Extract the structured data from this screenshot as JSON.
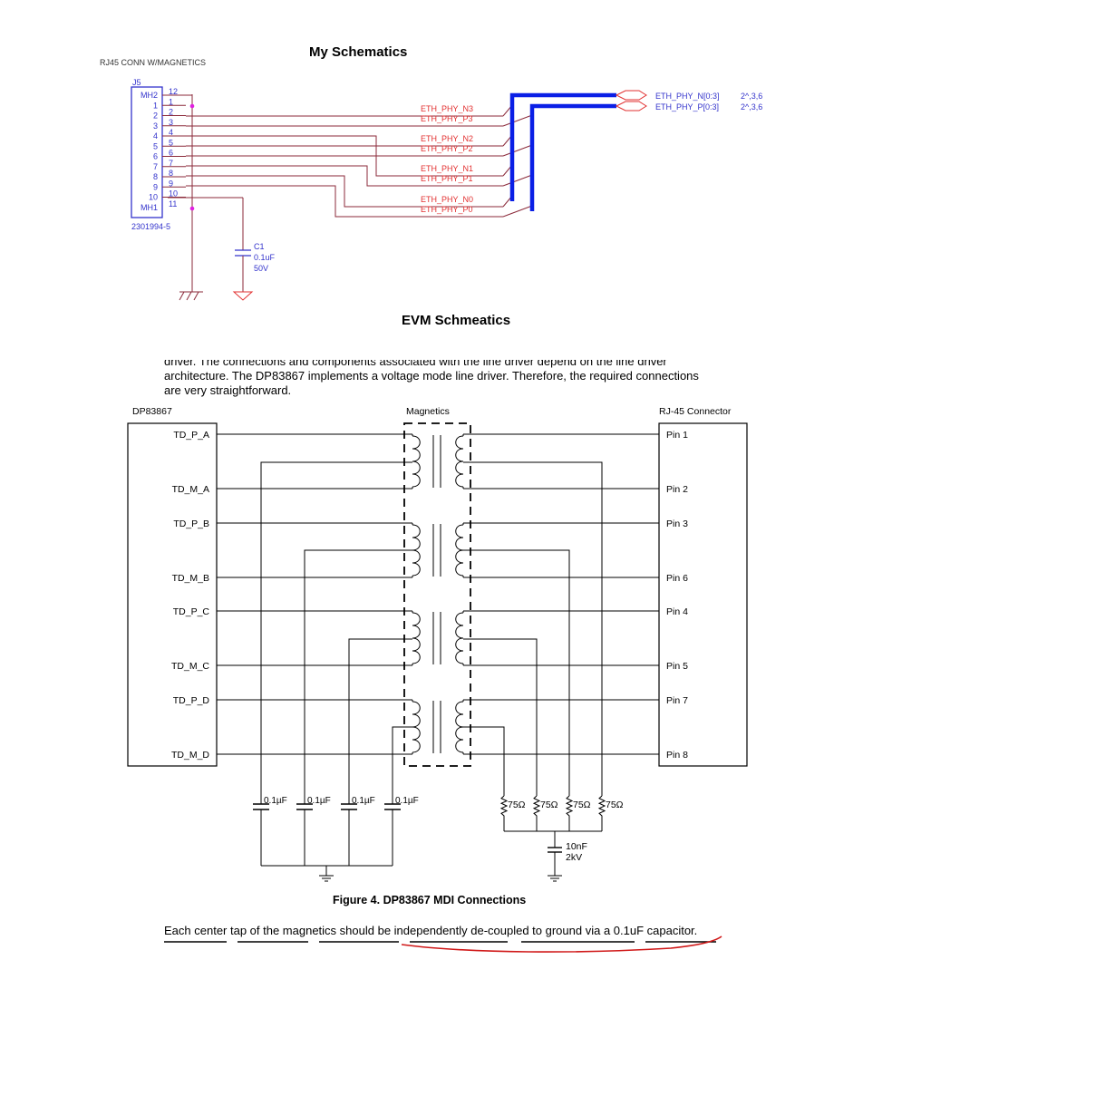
{
  "top": {
    "heading": "My Schematics",
    "subtitle": "RJ45 CONN W/MAGNETICS",
    "ref": "J5",
    "part_number": "2301994-5",
    "left_pins": [
      "MH2",
      "1",
      "2",
      "3",
      "4",
      "5",
      "6",
      "7",
      "8",
      "9",
      "10",
      "MH1"
    ],
    "right_pins": [
      "12",
      "1",
      "2",
      "3",
      "4",
      "5",
      "6",
      "7",
      "8",
      "9",
      "10",
      "11"
    ],
    "nets": [
      "ETH_PHY_N3",
      "ETH_PHY_P3",
      "ETH_PHY_N2",
      "ETH_PHY_P2",
      "ETH_PHY_N1",
      "ETH_PHY_P1",
      "ETH_PHY_N0",
      "ETH_PHY_P0"
    ],
    "bus_labels": [
      "ETH_PHY_N[0:3]",
      "ETH_PHY_P[0:3]"
    ],
    "bus_refs": [
      "2^,3,6",
      "2^,3,6"
    ],
    "cap_ref": "C1",
    "cap_value": "0.1uF",
    "cap_voltage": "50V"
  },
  "bottom": {
    "heading": "EVM Schmeatics",
    "para_lines": [
      "driver. The connections and components associated with the line driver depend on the line driver",
      "architecture. The DP83867 implements a voltage mode line driver. Therefore, the required connections",
      "are very straightforward."
    ],
    "chip_title": "DP83867",
    "magnetics_title": "Magnetics",
    "connector_title": "RJ-45 Connector",
    "left_signals": [
      "TD_P_A",
      "TD_M_A",
      "TD_P_B",
      "TD_M_B",
      "TD_P_C",
      "TD_M_C",
      "TD_P_D",
      "TD_M_D"
    ],
    "right_pins": [
      "Pin 1",
      "Pin 2",
      "Pin 3",
      "Pin 6",
      "Pin 4",
      "Pin 5",
      "Pin 7",
      "Pin 8"
    ],
    "caps": [
      "0.1µF",
      "0.1µF",
      "0.1µF",
      "0.1µF"
    ],
    "resistors": [
      "75Ω",
      "75Ω",
      "75Ω",
      "75Ω"
    ],
    "hv_cap_value": "10nF",
    "hv_cap_voltage": "2kV",
    "figure_caption": "Figure 4. DP83867 MDI Connections",
    "note": "Each center tap of the magnetics should be independently de-coupled to ground via a 0.1uF capacitor."
  },
  "colors": {
    "ink": "#000000",
    "schematic_wire": "#8b2a3a",
    "net_label": "#e23030",
    "part_blue": "#3333cc",
    "bus_blue": "#0a1fe6",
    "junction": "#e020e0",
    "annotation": "#d01818"
  }
}
